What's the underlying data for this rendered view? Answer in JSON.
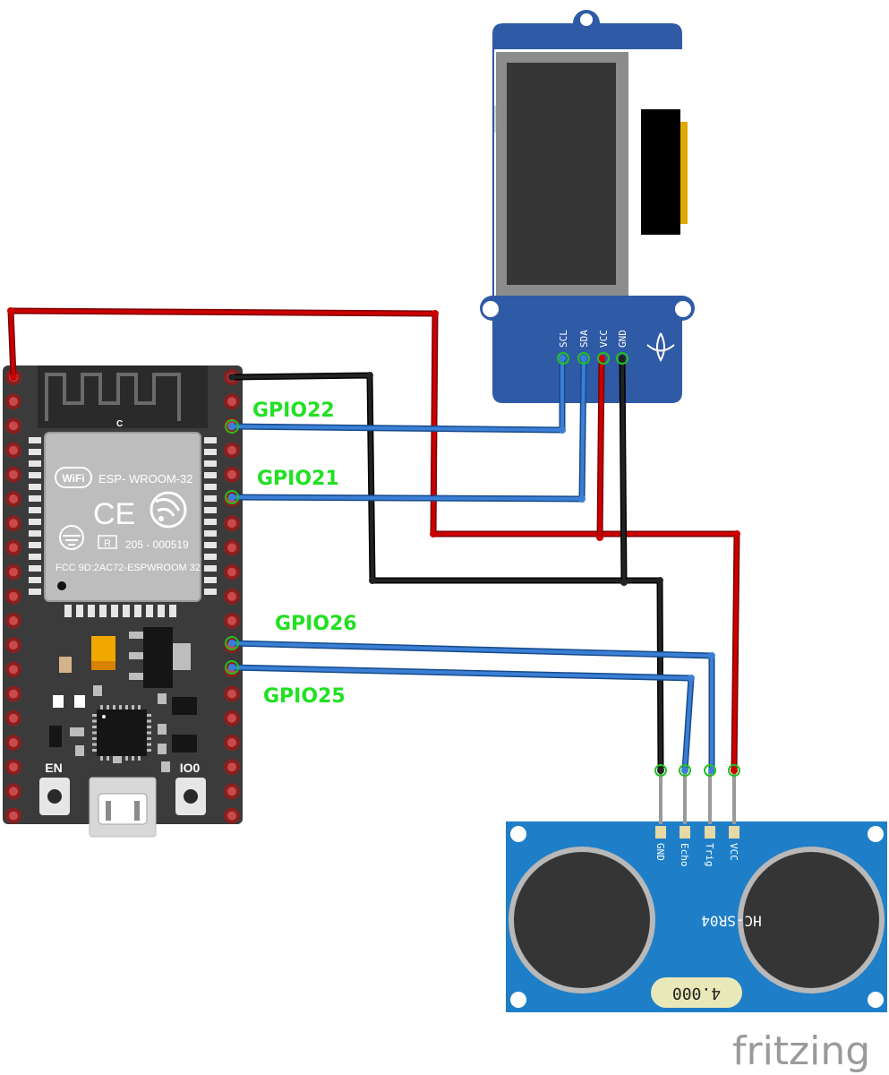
{
  "esp32": {
    "module_line1": "ESP- WROOM-32",
    "wifi_logo": "WiFi",
    "ce_mark": "CE",
    "r_mark": "R",
    "cert_code": "205 - 000519",
    "fcc_line": "FCC 9D:2AC72-ESPWROOM 32",
    "antenna_c": "C",
    "button_en": "EN",
    "button_io0": "IO0"
  },
  "oled": {
    "pins": [
      "SCL",
      "SDA",
      "VCC",
      "GND"
    ]
  },
  "ultrasonic": {
    "pins": [
      "GND",
      "Echo",
      "Trig",
      "VCC"
    ],
    "model": "HC-SR04",
    "crystal": "4.000"
  },
  "wire_labels": {
    "gpio22": "GPIO22",
    "gpio21": "GPIO21",
    "gpio26": "GPIO26",
    "gpio25": "GPIO25"
  },
  "colors": {
    "power_wire": "#cc0000",
    "ground_wire": "#222222",
    "signal_wire": "#3a7fd5",
    "label_green": "#22e022",
    "board": "#3a3a3a",
    "oled_pcb": "#2f5aa5",
    "sensor_pcb": "#1e7fc8"
  },
  "footer": {
    "brand": "fritzing"
  }
}
